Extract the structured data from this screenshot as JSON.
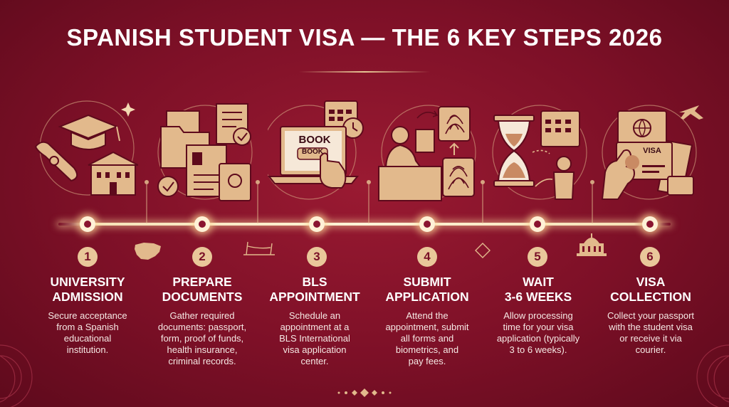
{
  "title": "SPANISH STUDENT VISA — THE 6 KEY STEPS 2026",
  "colors": {
    "background": "#7d1027",
    "accent": "#e9c79a",
    "glow": "#fff1d6"
  },
  "steps": [
    {
      "number": "1",
      "title_line1": "UNIVERSITY",
      "title_line2": "ADMISSION",
      "desc": [
        "Secure acceptance",
        "from a Spanish",
        "educational",
        "institution."
      ],
      "icon": "graduation-cap-icon"
    },
    {
      "number": "2",
      "title_line1": "PREPARE",
      "title_line2": "DOCUMENTS",
      "desc": [
        "Gather required",
        "documents: passport,",
        "form, proof of funds,",
        "health insurance,",
        "criminal records."
      ],
      "icon": "documents-icon"
    },
    {
      "number": "3",
      "title_line1": "BLS",
      "title_line2": "APPOINTMENT",
      "desc": [
        "Schedule an",
        "appointment at a",
        "BLS International",
        "visa application",
        "center."
      ],
      "icon": "laptop-booking-icon",
      "screen_label": "BOOK",
      "button_label": "BOOK"
    },
    {
      "number": "4",
      "title_line1": "SUBMIT",
      "title_line2": "APPLICATION",
      "desc": [
        "Attend the",
        "appointment, submit",
        "all forms and",
        "biometrics, and",
        "pay fees."
      ],
      "icon": "fingerprint-desk-icon"
    },
    {
      "number": "5",
      "title_line1": "WAIT",
      "title_line2": "3-6 WEEKS",
      "desc": [
        "Allow processing",
        "time for your visa",
        "application (typically",
        "3 to 6 weeks)."
      ],
      "icon": "hourglass-icon"
    },
    {
      "number": "6",
      "title_line1": "VISA",
      "title_line2": "COLLECTION",
      "desc": [
        "Collect your passport",
        "with the student visa",
        "or receive it via",
        "courier."
      ],
      "icon": "passport-visa-icon",
      "visa_label": "VISA"
    }
  ]
}
